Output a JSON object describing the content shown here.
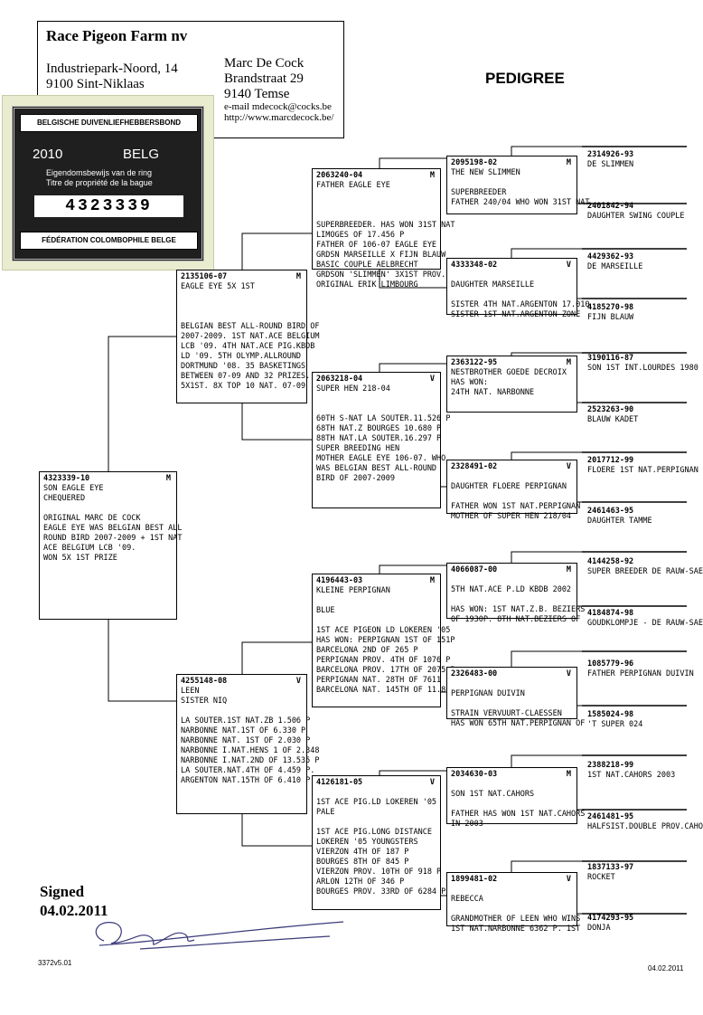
{
  "header": {
    "farm_name": "Race Pigeon Farm nv",
    "farm_street": "Industriepark-Noord, 14",
    "farm_city": "9100 Sint-Niklaas",
    "owner_name": "Marc De Cock",
    "owner_street": "Brandstraat 29",
    "owner_city": "9140 Temse",
    "email": "e-mail mdecock@cocks.be",
    "website": "http://www.marcdecock.be/"
  },
  "title": "PEDIGREE",
  "ring_card": {
    "top_band": "BELGISCHE DUIVENLIEFHEBBERSBOND",
    "year": "2010",
    "country": "BELG",
    "line1": "Eigendomsbewijs van de ring",
    "line2": "Titre de propriété de la bague",
    "ring_number": "4323339",
    "bottom_band": "FÉDÉRATION COLOMBOPHILE BELGE"
  },
  "subject": {
    "ring": "4323339-10",
    "sex": "M",
    "lines": [
      "SON EAGLE EYE",
      "CHEQUERED",
      "",
      "ORIGINAL MARC DE COCK",
      "EAGLE EYE WAS BELGIAN BEST ALL",
      "ROUND BIRD 2007-2009 + 1ST NAT",
      "ACE BELGIUM LCB '09.",
      "WON 5X 1ST PRIZE"
    ]
  },
  "sire": {
    "ring": "2135106-07",
    "sex": "M",
    "lines": [
      "EAGLE EYE 5X 1ST",
      "",
      "",
      "",
      "BELGIAN BEST ALL-ROUND BIRD OF",
      "2007-2009. 1ST NAT.ACE BELGIUM",
      "LCB '09. 4TH NAT.ACE PIG.KBDB",
      "LD '09. 5TH OLYMP.ALLROUND",
      "DORTMUND '08. 35 BASKETINGS",
      "BETWEEN 07-09 AND 32 PRIZES.",
      "5X1ST. 8X TOP 10 NAT. 07-09"
    ]
  },
  "dam": {
    "ring": "4255148-08",
    "sex": "V",
    "lines": [
      "LEEN",
      "SISTER NIQ",
      "",
      "LA SOUTER.1ST NAT.ZB 1.506 P",
      "NARBONNE NAT.1ST OF 6.330 P",
      "NARBONNE NAT. 1ST OF 2.030 P",
      "NARBONNE I.NAT.HENS 1 OF 2.348",
      "NARBONNE I.NAT.2ND OF 13.535 P",
      "LA SOUTER.NAT.4TH OF 4.459 P.",
      "ARGENTON NAT.15TH OF 6.410 P."
    ]
  },
  "grandparents": [
    {
      "ring": "2063240-04",
      "sex": "M",
      "lines": [
        "FATHER EAGLE EYE",
        "",
        "",
        "",
        "SUPERBREEDER. HAS WON 31ST NAT",
        "LIMOGES OF 17.456 P",
        "FATHER OF 106-07 EAGLE EYE",
        "GRDSN MARSEILLE X FIJN BLAUW",
        "BASIC COUPLE AELBRECHT",
        "GRDSON 'SLIMMEN' 3X1ST PROV.",
        "ORIGINAL ERIK LIMBOURG"
      ]
    },
    {
      "ring": "2063218-04",
      "sex": "V",
      "lines": [
        "SUPER HEN 218-04",
        "",
        "",
        "60TH S-NAT LA SOUTER.11.526 P",
        "68TH NAT.Z BOURGES 10.680 P",
        "88TH NAT.LA SOUTER.16.297 P",
        "SUPER BREEDING HEN",
        "MOTHER EAGLE EYE 106-07. WHO",
        "WAS BELGIAN BEST ALL-ROUND",
        "BIRD OF 2007-2009"
      ]
    },
    {
      "ring": "4196443-03",
      "sex": "M",
      "lines": [
        "KLEINE PERPIGNAN",
        "",
        "BLUE",
        "",
        "1ST ACE PIGEON LD LOKEREN '05",
        "HAS WON: PERPIGNAN 1ST OF 151P",
        "BARCELONA 2ND OF 265 P",
        "PERPIGNAN PROV. 4TH OF 1076 P",
        "BARCELONA PROV. 17TH OF 2075 P",
        "PERPIGNAN NAT. 28TH OF 7611 P",
        "BARCELONA NAT. 145TH OF 11.802"
      ]
    },
    {
      "ring": "4126181-05",
      "sex": "V",
      "lines": [
        "",
        "1ST ACE PIG.LD LOKEREN '05",
        "PALE",
        "",
        "1ST ACE PIG.LONG DISTANCE",
        "LOKEREN '05 YOUNGSTERS",
        "VIERZON 4TH OF 187 P",
        "BOURGES 8TH OF 845 P",
        "VIERZON PROV. 10TH OF 918 P",
        "ARLON 12TH OF 346 P",
        "BOURGES PROV. 33RD OF 6284 P"
      ]
    }
  ],
  "great_grandparents": [
    {
      "ring": "2095198-02",
      "sex": "M",
      "lines": [
        "THE NEW SLIMMEN",
        "",
        "SUPERBREEDER",
        "FATHER 240/04 WHO WON 31ST NAT"
      ]
    },
    {
      "ring": "4333348-02",
      "sex": "V",
      "lines": [
        "",
        "DAUGHTER MARSEILLE",
        "",
        "SISTER 4TH NAT.ARGENTON 17.010",
        "SISTER 1ST NAT.ARGENTON ZONE"
      ]
    },
    {
      "ring": "2363122-95",
      "sex": "M",
      "lines": [
        "NESTBROTHER GOEDE DECROIX",
        "HAS WON:",
        "24TH NAT. NARBONNE"
      ]
    },
    {
      "ring": "2328491-02",
      "sex": "V",
      "lines": [
        "",
        "DAUGHTER FLOERE PERPIGNAN",
        "",
        "FATHER WON 1ST NAT.PERPIGNAN",
        "MOTHER OF SUPER HEN 218/04"
      ]
    },
    {
      "ring": "4066087-00",
      "sex": "M",
      "lines": [
        "",
        "5TH NAT.ACE P.LD KBDB 2002",
        "",
        "HAS WON: 1ST NAT.Z.B. BEZIERS",
        "OF 1930P. 8TH NAT.BEZIERS OF"
      ]
    },
    {
      "ring": "2326483-00",
      "sex": "V",
      "lines": [
        "",
        "PERPIGNAN DUIVIN",
        "",
        "STRAIN VERVUURT-CLAESSEN",
        "HAS WON 65TH NAT.PERPIGNAN OF"
      ]
    },
    {
      "ring": "2034630-03",
      "sex": "M",
      "lines": [
        "",
        "SON 1ST NAT.CAHORS",
        "",
        "FATHER HAS WON 1ST NAT.CAHORS",
        "IN 2003"
      ]
    },
    {
      "ring": "1899481-02",
      "sex": "V",
      "lines": [
        "",
        "REBECCA",
        "",
        "GRANDMOTHER OF LEEN WHO WINS",
        "1ST NAT.NARBONNE 6362 P. 1ST"
      ]
    }
  ],
  "ggg": [
    {
      "ring": "2314926-93",
      "text": "DE SLIMMEN"
    },
    {
      "ring": "2401842-94",
      "text": "DAUGHTER SWING COUPLE"
    },
    {
      "ring": "4429362-93",
      "text": "DE MARSEILLE"
    },
    {
      "ring": "4185270-98",
      "text": "FIJN BLAUW"
    },
    {
      "ring": "3190116-87",
      "text": "SON 1ST INT.LOURDES 1980"
    },
    {
      "ring": "2523263-90",
      "text": "BLAUW KADET"
    },
    {
      "ring": "2017712-99",
      "text": "FLOERE 1ST NAT.PERPIGNAN"
    },
    {
      "ring": "2461463-95",
      "text": "DAUGHTER TAMME"
    },
    {
      "ring": "4144258-92",
      "text": "SUPER BREEDER DE RAUW-SAE"
    },
    {
      "ring": "4184874-98",
      "text": "GOUDKLOMPJE - DE RAUW-SAE"
    },
    {
      "ring": "1085779-96",
      "text": "FATHER PERPIGNAN DUIVIN"
    },
    {
      "ring": "1585024-98",
      "text": "'T SUPER 024"
    },
    {
      "ring": "2388218-99",
      "text": "1ST NAT.CAHORS 2003"
    },
    {
      "ring": "2461481-95",
      "text": "HALFSIST.DOUBLE PROV.CAHO"
    },
    {
      "ring": "1837133-97",
      "text": "ROCKET"
    },
    {
      "ring": "4174293-95",
      "text": "DONJA"
    }
  ],
  "footer": {
    "signed_label": "Signed",
    "signed_date": "04.02.2011",
    "form_code": "3372v5.01",
    "print_date": "04.02.2011"
  }
}
